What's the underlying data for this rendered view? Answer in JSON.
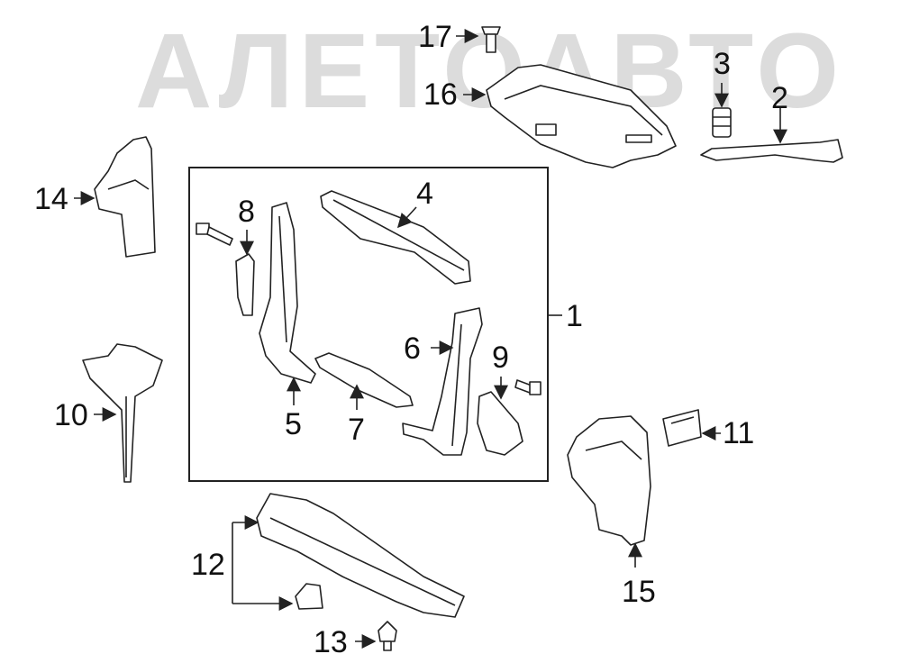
{
  "watermark": {
    "text": "АЛЕТОАВТО"
  },
  "callouts": {
    "c1": "1",
    "c2": "2",
    "c3": "3",
    "c4": "4",
    "c5": "5",
    "c6": "6",
    "c7": "7",
    "c8": "8",
    "c9": "9",
    "c10": "10",
    "c11": "11",
    "c12": "12",
    "c13": "13",
    "c14": "14",
    "c15": "15",
    "c16": "16",
    "c17": "17"
  },
  "colors": {
    "line": "#222222",
    "watermark": "#dcdcdc",
    "background": "#ffffff"
  }
}
